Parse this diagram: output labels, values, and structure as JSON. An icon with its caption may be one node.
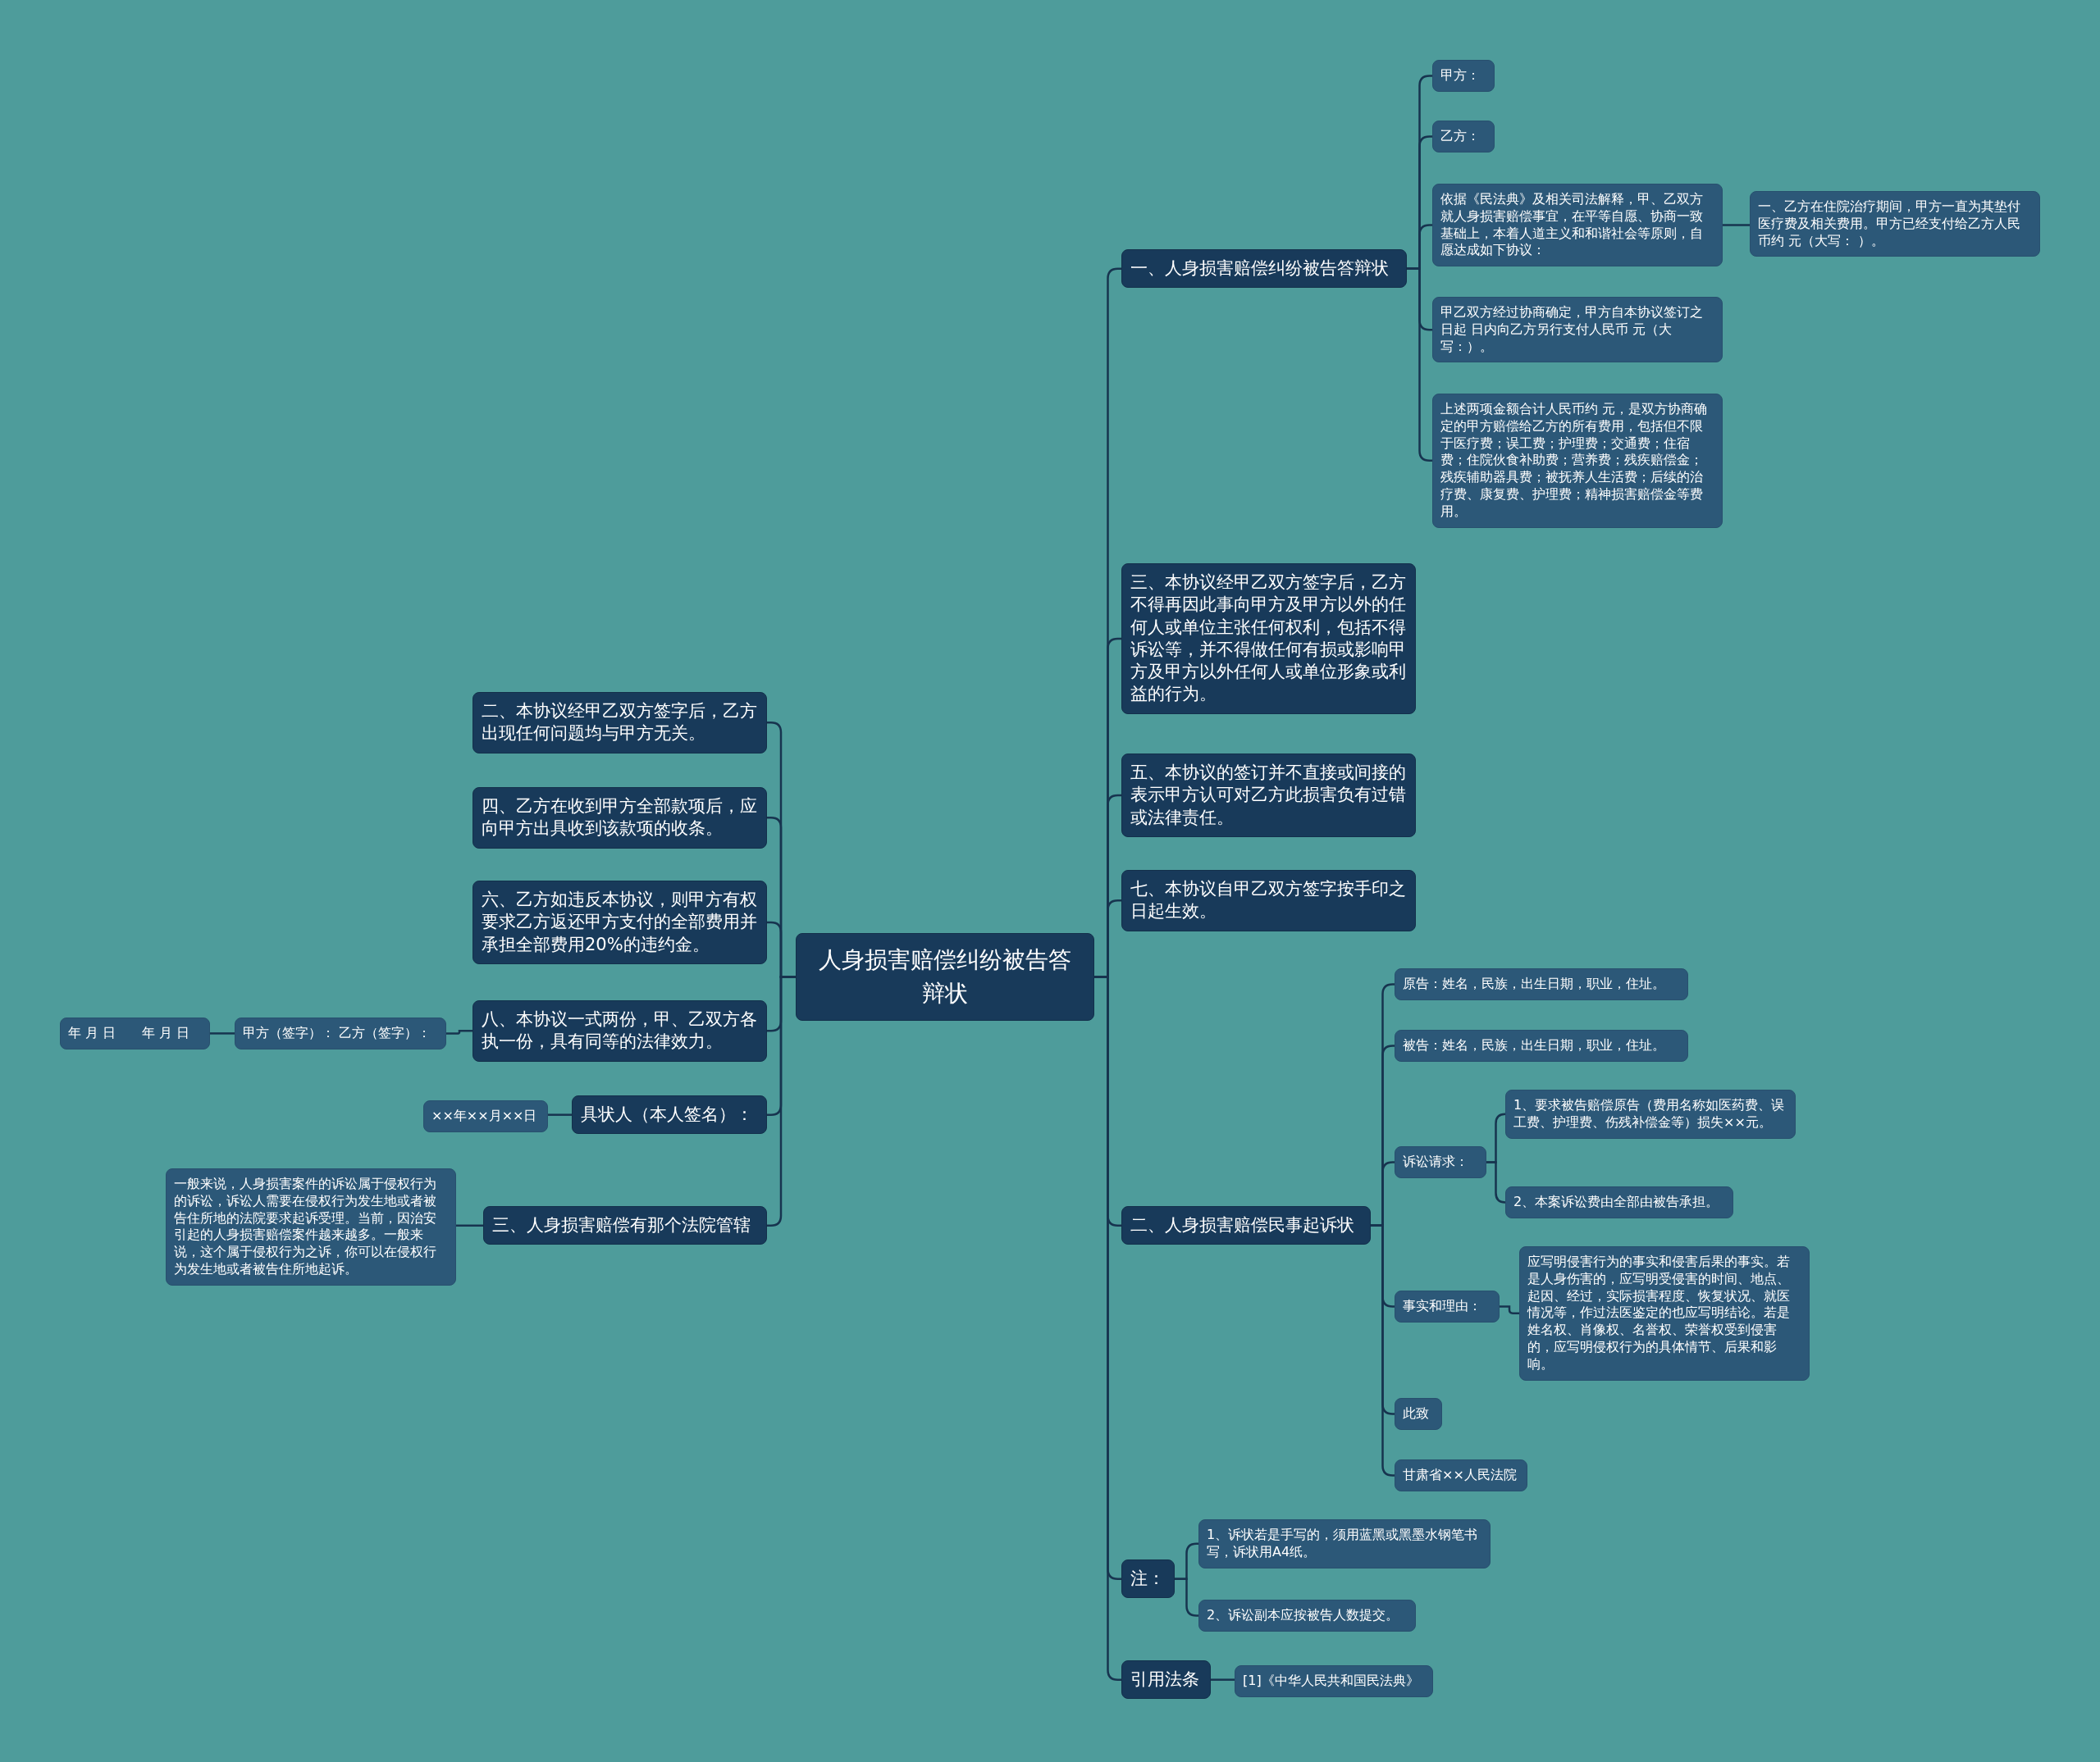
{
  "diagram": {
    "nodes": [
      {
        "text": [
          "人身损害赔偿纠纷被告答辩状"
        ]
      },
      {
        "text": [
          "一、人身损害赔偿纠纷被告答辩状"
        ]
      },
      {
        "text": [
          "甲方："
        ]
      },
      {
        "text": [
          "乙方："
        ]
      },
      {
        "text": [
          "依据《民法典》及相关司法解释，甲、乙双方就人身损害赔偿事宜，在平等自愿、协商一致基础上，本着人道主义和和谐社会等原则，自愿达成如下协议："
        ]
      },
      {
        "text": [
          "一、乙方在住院治疗期间，甲方一直为其垫付医疗费及相关费用。甲方已经支付给乙方人民币约 元（大写： ）。"
        ]
      },
      {
        "text": [
          "甲乙双方经过协商确定，甲方自本协议签订之日起 日内向乙方另行支付人民币 元（大写：）。"
        ]
      },
      {
        "text": [
          "上述两项金额合计人民币约 元，是双方协商确定的甲方赔偿给乙方的所有费用，包括但不限于医疗费；误工费；护理费；交通费；住宿费；住院伙食补助费；营养费；残疾赔偿金；残疾辅助器具费；被抚养人生活费；后续的治疗费、康复费、护理费；精神损害赔偿金等费用。"
        ]
      },
      {
        "text": [
          "三、本协议经甲乙双方签字后，乙方不得再因此事向甲方及甲方以外的任何人或单位主张任何权利，包括不得诉讼等，并不得做任何有损或影响甲方及甲方以外任何人或单位形象或利益的行为。"
        ]
      },
      {
        "text": [
          "五、本协议的签订并不直接或间接的表示甲方认可对乙方此损害负有过错或法律责任。"
        ]
      },
      {
        "text": [
          "七、本协议自甲乙双方签字按手印之日起生效。"
        ]
      },
      {
        "text": [
          "二、人身损害赔偿民事起诉状"
        ]
      },
      {
        "text": [
          "原告：姓名，民族，出生日期，职业，住址。"
        ]
      },
      {
        "text": [
          "被告：姓名，民族，出生日期，职业，住址。"
        ]
      },
      {
        "text": [
          "诉讼请求："
        ]
      },
      {
        "text": [
          "1、要求被告赔偿原告（费用名称如医药费、误工费、护理费、伤残补偿金等）损失××元。"
        ]
      },
      {
        "text": [
          "2、本案诉讼费由全部由被告承担。"
        ]
      },
      {
        "text": [
          "事实和理由："
        ]
      },
      {
        "text": [
          "应写明侵害行为的事实和侵害后果的事实。若是人身伤害的，应写明受侵害的时间、地点、起因、经过，实际损害程度、恢复状况、就医情况等，作过法医鉴定的也应写明结论。若是姓名权、肖像权、名誉权、荣誉权受到侵害的，应写明侵权行为的具体情节、后果和影响。"
        ]
      },
      {
        "text": [
          "此致"
        ]
      },
      {
        "text": [
          "甘肃省××人民法院"
        ]
      },
      {
        "text": [
          "注："
        ]
      },
      {
        "text": [
          "1、诉状若是手写的，须用蓝黑或黑墨水钢笔书写，诉状用A4纸。"
        ]
      },
      {
        "text": [
          "2、诉讼副本应按被告人数提交。"
        ]
      },
      {
        "text": [
          "引用法条"
        ]
      },
      {
        "text": [
          "[1]《中华人民共和国民法典》"
        ]
      },
      {
        "text": [
          "二、本协议经甲乙双方签字后，乙方出现任何问题均与甲方无关。"
        ]
      },
      {
        "text": [
          "四、乙方在收到甲方全部款项后，应向甲方出具收到该款项的收条。"
        ]
      },
      {
        "text": [
          "六、乙方如违反本协议，则甲方有权要求乙方返还甲方支付的全部费用并承担全部费用20%的违约金。"
        ]
      },
      {
        "text": [
          "八、本协议一式两份，甲、乙双方各执一份，具有同等的法律效力。"
        ]
      },
      {
        "text": [
          "甲方（签字）： 乙方（签字）："
        ]
      },
      {
        "text": [
          "年 月 日　　年 月 日"
        ]
      },
      {
        "text": [
          "具状人（本人签名）："
        ]
      },
      {
        "text": [
          "××年××月××日"
        ]
      },
      {
        "text": [
          "三、人身损害赔偿有那个法院管辖"
        ]
      },
      {
        "text": [
          "一般来说，人身损害案件的诉讼属于侵权行为的诉讼，诉讼人需要在侵权行为发生地或者被告住所地的法院要求起诉受理。当前，因治安引起的人身损害赔偿案件越来越多。一般来说，这个属于侵权行为之诉，你可以在侵权行为发生地或者被告住所地起诉。"
        ]
      }
    ],
    "edges": [
      {
        "from": 0,
        "to": 1,
        "arrow": "none"
      },
      {
        "from": 1,
        "to": 2,
        "arrow": "none"
      },
      {
        "from": 1,
        "to": 3,
        "arrow": "none"
      },
      {
        "from": 1,
        "to": 4,
        "arrow": "none"
      },
      {
        "from": 4,
        "to": 5,
        "arrow": "none"
      },
      {
        "from": 1,
        "to": 6,
        "arrow": "none"
      },
      {
        "from": 1,
        "to": 7,
        "arrow": "none"
      },
      {
        "from": 0,
        "to": 8,
        "arrow": "none"
      },
      {
        "from": 0,
        "to": 9,
        "arrow": "none"
      },
      {
        "from": 0,
        "to": 10,
        "arrow": "none"
      },
      {
        "from": 0,
        "to": 11,
        "arrow": "none"
      },
      {
        "from": 11,
        "to": 12,
        "arrow": "none"
      },
      {
        "from": 11,
        "to": 13,
        "arrow": "none"
      },
      {
        "from": 11,
        "to": 14,
        "arrow": "none"
      },
      {
        "from": 14,
        "to": 15,
        "arrow": "none"
      },
      {
        "from": 14,
        "to": 16,
        "arrow": "none"
      },
      {
        "from": 11,
        "to": 17,
        "arrow": "none"
      },
      {
        "from": 17,
        "to": 18,
        "arrow": "none"
      },
      {
        "from": 11,
        "to": 19,
        "arrow": "none"
      },
      {
        "from": 11,
        "to": 20,
        "arrow": "none"
      },
      {
        "from": 0,
        "to": 21,
        "arrow": "none"
      },
      {
        "from": 21,
        "to": 22,
        "arrow": "none"
      },
      {
        "from": 21,
        "to": 23,
        "arrow": "none"
      },
      {
        "from": 0,
        "to": 24,
        "arrow": "none"
      },
      {
        "from": 24,
        "to": 25,
        "arrow": "none"
      },
      {
        "from": 0,
        "to": 26,
        "arrow": "none"
      },
      {
        "from": 0,
        "to": 27,
        "arrow": "none"
      },
      {
        "from": 0,
        "to": 28,
        "arrow": "none"
      },
      {
        "from": 0,
        "to": 29,
        "arrow": "none"
      },
      {
        "from": 29,
        "to": 30,
        "arrow": "none"
      },
      {
        "from": 30,
        "to": 31,
        "arrow": "none"
      },
      {
        "from": 0,
        "to": 32,
        "arrow": "none"
      },
      {
        "from": 32,
        "to": 33,
        "arrow": "none"
      },
      {
        "from": 0,
        "to": 34,
        "arrow": "none"
      },
      {
        "from": 34,
        "to": 35,
        "arrow": "none"
      }
    ]
  }
}
